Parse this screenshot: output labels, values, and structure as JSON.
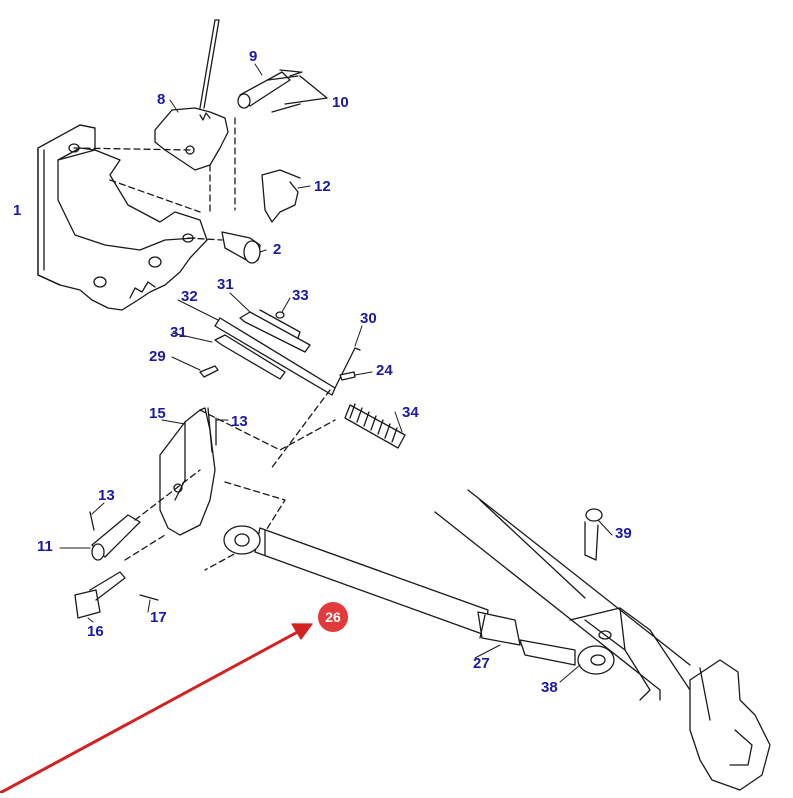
{
  "colors": {
    "label": "#1a1aa6",
    "line": "#1a1a1a",
    "highlight_badge": "#e33b3b",
    "highlight_arrow": "#d22222",
    "badge_text": "#ffffff"
  },
  "highlight": {
    "part_number": "26",
    "pointer": "red-arrow"
  },
  "labels": {
    "p1": "1",
    "p2": "2",
    "p8": "8",
    "p9": "9",
    "p10": "10",
    "p11": "11",
    "p12": "12",
    "p13a": "13",
    "p13b": "13",
    "p15": "15",
    "p16": "16",
    "p17": "17",
    "p24": "24",
    "p27": "27",
    "p29": "29",
    "p30": "30",
    "p31a": "31",
    "p31b": "31",
    "p32": "32",
    "p33": "33",
    "p34": "34",
    "p38": "38",
    "p39": "39"
  }
}
